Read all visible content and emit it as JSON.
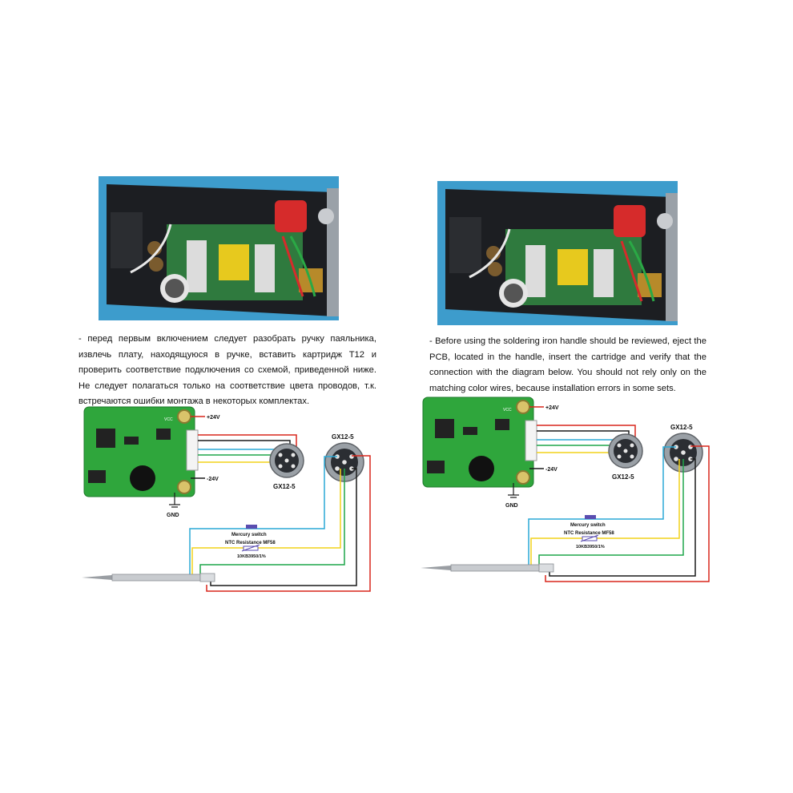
{
  "left": {
    "instruction": "- перед первым включением следует разобрать ручку паяльника, извлечь плату, находящуюся в ручке, вставить картридж Т12 и проверить соответствие подключения со схемой, приведенной ниже. Не следует полагаться только на соответствие цвета проводов, т.к. встречаются ошибки монтажа в некоторых комплектах."
  },
  "right": {
    "instruction": "-  Before using the soldering iron handle should be reviewed, eject the PCB, located in the handle, insert the cartridge and verify that the connection with the diagram below. You should not rely only on the matching color wires, because installation errors in some sets."
  },
  "diagram": {
    "label_plus24": "+24V",
    "label_minus24": "-24V",
    "label_gnd": "GND",
    "label_vcc": "VCC",
    "connector_small": "GX12-5",
    "connector_large": "GX12-5",
    "mercury_switch": "Mercury switch",
    "ntc_title": "NTC Resistance MF58",
    "ntc_value": "10KB3950/1%",
    "wire_colors": {
      "red": "#d9261c",
      "black": "#1a1a1a",
      "green": "#1fa64a",
      "yellow": "#f2d21a",
      "blue": "#2aa9d6"
    }
  }
}
